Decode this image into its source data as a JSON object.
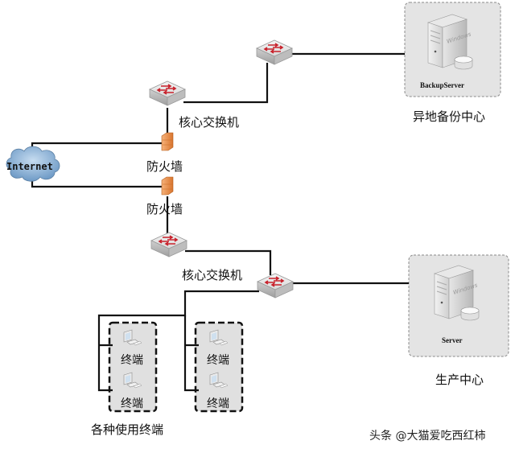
{
  "diagram": {
    "nodes": {
      "internet": {
        "label": "Internet"
      },
      "core_switch_top": {
        "label": "核心交换机"
      },
      "core_switch_bottom": {
        "label": "核心交换机"
      },
      "firewall_top": {
        "label": "防火墙"
      },
      "firewall_bottom": {
        "label": "防火墙"
      },
      "backup_server": {
        "label": "BackupServer",
        "os": "Windows"
      },
      "production_server": {
        "label": "Server",
        "os": "Windows"
      }
    },
    "zones": {
      "backup": {
        "label": "异地备份中心"
      },
      "production": {
        "label": "生产中心"
      },
      "terminals": {
        "label": "各种使用终端"
      }
    },
    "terminal_label": "终端",
    "terminal_groups": [
      {
        "terminals": [
          "终端",
          "终端"
        ]
      },
      {
        "terminals": [
          "终端",
          "终端"
        ]
      }
    ]
  },
  "watermark": "头条 @大猫爱吃西红柿",
  "colors": {
    "line": "#111111",
    "zone_fill": "#e3e3e3",
    "firewall": "#e8914a",
    "switch_arrow": "#c8202a",
    "cloud": "#7fa9cf"
  }
}
